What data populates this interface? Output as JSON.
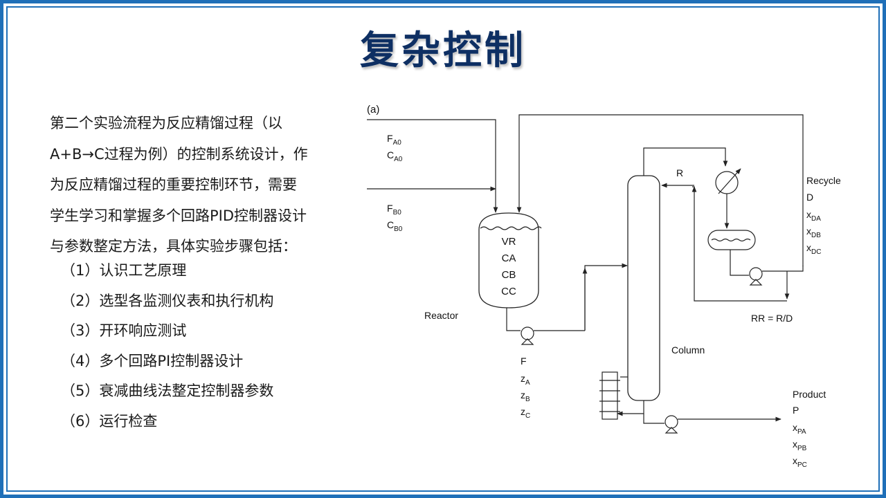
{
  "slide": {
    "title": "复杂控制",
    "intro_lines": [
      "第二个实验流程为反应精馏过程（以",
      "A+B→C过程为例）的控制系统设计，作",
      "为反应精馏过程的重要控制环节，需要",
      "学生学习和掌握多个回路PID控制器设计",
      "与参数整定方法，具体实验步骤包括："
    ],
    "steps": [
      "（1）认识工艺原理",
      "（2）选型各监测仪表和执行机构",
      "（3）开环响应测试",
      "（4）多个回路PI控制器设计",
      "（5）衰减曲线法整定控制器参数",
      "（6）运行检查"
    ]
  },
  "diagram": {
    "panel_label": "(a)",
    "feed_a": {
      "f": "F",
      "f_sub": "A0",
      "c": "C",
      "c_sub": "A0"
    },
    "feed_b": {
      "f": "F",
      "f_sub": "B0",
      "c": "C",
      "c_sub": "B0"
    },
    "reactor_vars": [
      "VR",
      "CA",
      "CB",
      "CC"
    ],
    "reactor_label": "Reactor",
    "reactor_outlet": {
      "f": "F",
      "z": [
        {
          "main": "z",
          "sub": "A"
        },
        {
          "main": "z",
          "sub": "B"
        },
        {
          "main": "z",
          "sub": "C"
        }
      ]
    },
    "reflux_label": "R",
    "column_label": "Column",
    "recycle": {
      "title": "Recycle",
      "d": "D",
      "x": [
        {
          "main": "x",
          "sub": "DA"
        },
        {
          "main": "x",
          "sub": "DB"
        },
        {
          "main": "x",
          "sub": "DC"
        }
      ]
    },
    "reflux_ratio": "RR = R/D",
    "product": {
      "title": "Product",
      "p": "P",
      "x": [
        {
          "main": "x",
          "sub": "PA"
        },
        {
          "main": "x",
          "sub": "PB"
        },
        {
          "main": "x",
          "sub": "PC"
        }
      ]
    }
  }
}
